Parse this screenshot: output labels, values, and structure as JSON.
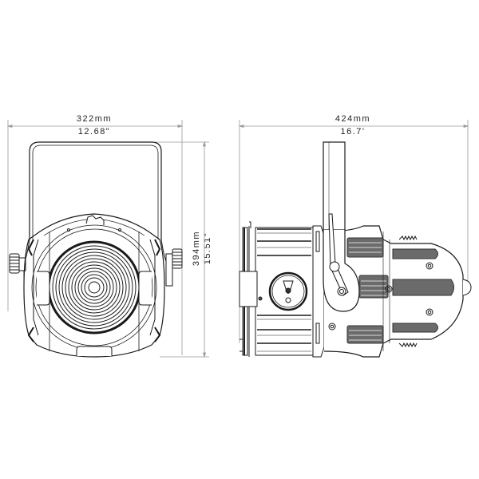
{
  "diagram": {
    "subject": "LED Fresnel stage light fixture, dimensional drawing",
    "views": [
      {
        "name": "front-view",
        "dimensions": {
          "width": {
            "metric": "322mm",
            "imperial": "12.68\""
          },
          "height": {
            "metric": "394mm",
            "imperial": "15.51\""
          }
        }
      },
      {
        "name": "side-view",
        "dimensions": {
          "length": {
            "metric": "424mm",
            "imperial": "16.7'"
          }
        }
      }
    ]
  },
  "labels": {
    "front_width_mm": "322mm",
    "front_width_in": "12.68\"",
    "front_height_mm": "394mm",
    "front_height_in": "15.51\"",
    "side_length_mm": "424mm",
    "side_length_in": "16.7'"
  },
  "colors": {
    "line": "#1a1a1a",
    "dim_line": "#9a9a9a",
    "fin_fill": "#6b6b6b",
    "background": "#ffffff"
  }
}
